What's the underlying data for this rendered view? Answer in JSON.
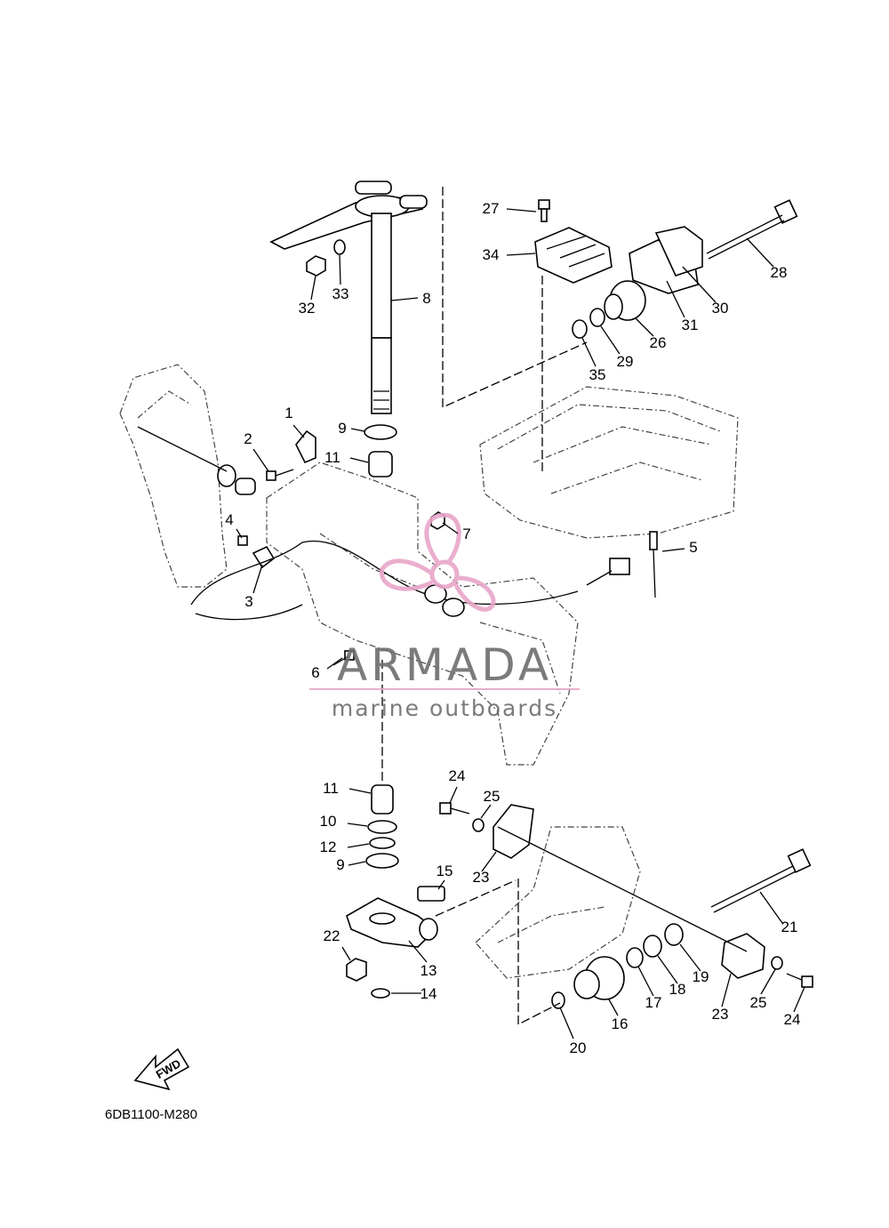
{
  "diagram_code": "6DB1100-M280",
  "fwd_label": "FWD",
  "watermark": {
    "title": "ARMADA",
    "subtitle": "marine outboards",
    "color": "#e8a6c9"
  },
  "callouts": [
    {
      "id": "c1",
      "label": "1"
    },
    {
      "id": "c2",
      "label": "2"
    },
    {
      "id": "c3",
      "label": "3"
    },
    {
      "id": "c4",
      "label": "4"
    },
    {
      "id": "c5",
      "label": "5"
    },
    {
      "id": "c6",
      "label": "6"
    },
    {
      "id": "c7",
      "label": "7"
    },
    {
      "id": "c8",
      "label": "8"
    },
    {
      "id": "c9a",
      "label": "9"
    },
    {
      "id": "c9b",
      "label": "9"
    },
    {
      "id": "c10",
      "label": "10"
    },
    {
      "id": "c11a",
      "label": "11"
    },
    {
      "id": "c11b",
      "label": "11"
    },
    {
      "id": "c12",
      "label": "12"
    },
    {
      "id": "c13",
      "label": "13"
    },
    {
      "id": "c14",
      "label": "14"
    },
    {
      "id": "c15",
      "label": "15"
    },
    {
      "id": "c16",
      "label": "16"
    },
    {
      "id": "c17",
      "label": "17"
    },
    {
      "id": "c18",
      "label": "18"
    },
    {
      "id": "c19",
      "label": "19"
    },
    {
      "id": "c20",
      "label": "20"
    },
    {
      "id": "c21",
      "label": "21"
    },
    {
      "id": "c22",
      "label": "22"
    },
    {
      "id": "c23a",
      "label": "23"
    },
    {
      "id": "c23b",
      "label": "23"
    },
    {
      "id": "c24a",
      "label": "24"
    },
    {
      "id": "c24b",
      "label": "24"
    },
    {
      "id": "c25a",
      "label": "25"
    },
    {
      "id": "c25b",
      "label": "25"
    },
    {
      "id": "c26",
      "label": "26"
    },
    {
      "id": "c27",
      "label": "27"
    },
    {
      "id": "c28",
      "label": "28"
    },
    {
      "id": "c29",
      "label": "29"
    },
    {
      "id": "c30",
      "label": "30"
    },
    {
      "id": "c31",
      "label": "31"
    },
    {
      "id": "c32",
      "label": "32"
    },
    {
      "id": "c33",
      "label": "33"
    },
    {
      "id": "c34",
      "label": "34"
    },
    {
      "id": "c35",
      "label": "35"
    }
  ]
}
